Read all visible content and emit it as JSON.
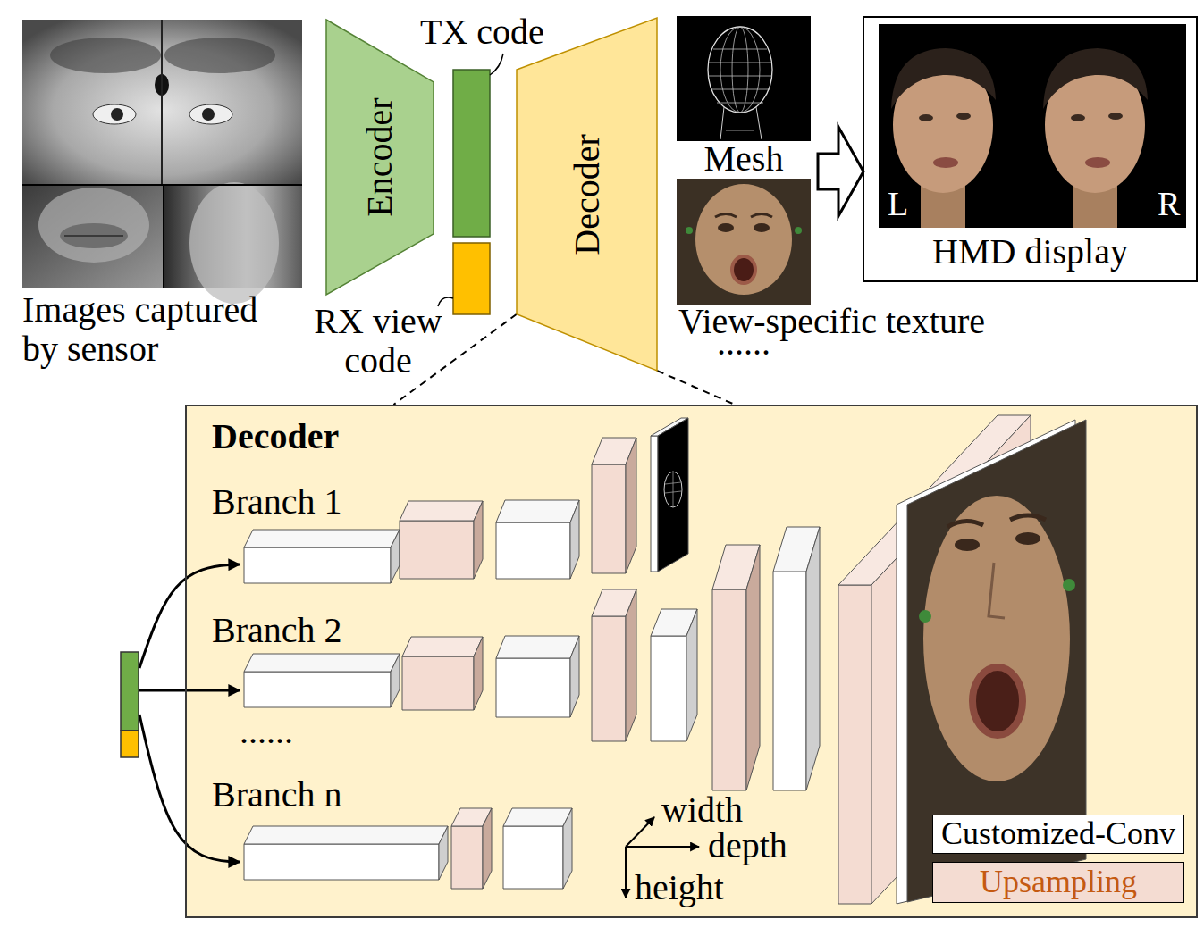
{
  "diagram": {
    "nodes": [
      {
        "text": [
          "Images captured by sensor"
        ]
      },
      {
        "text": [
          "Encoder"
        ]
      },
      {
        "text": [
          "Decoder"
        ]
      },
      {
        "text": [
          "Mesh"
        ]
      },
      {
        "text": [
          "View-specific texture"
        ]
      },
      {
        "text": [
          "L",
          "R",
          "HMD display"
        ]
      },
      {
        "text": [
          "Decoder"
        ]
      },
      {
        "text": [
          "Branch 1"
        ],
        "in": 6
      },
      {
        "text": [
          "Branch 2"
        ],
        "in": 6
      },
      {
        "text": [
          "Branch n"
        ],
        "in": 6
      }
    ],
    "edges": [
      {
        "from": 3,
        "to": 5,
        "arrow": "to"
      },
      {
        "from": 2,
        "to": 6,
        "arrow": "none"
      },
      {
        "from": 2,
        "to": 6,
        "arrow": "none"
      }
    ],
    "labels": [
      "TX code",
      "RX view code",
      "......",
      "......",
      "width",
      "depth",
      "height"
    ],
    "legend": [
      {
        "text": "Customized-Conv",
        "color": "#ffffff"
      },
      {
        "text": "Upsampling",
        "color": "#f4dcd2"
      }
    ]
  }
}
